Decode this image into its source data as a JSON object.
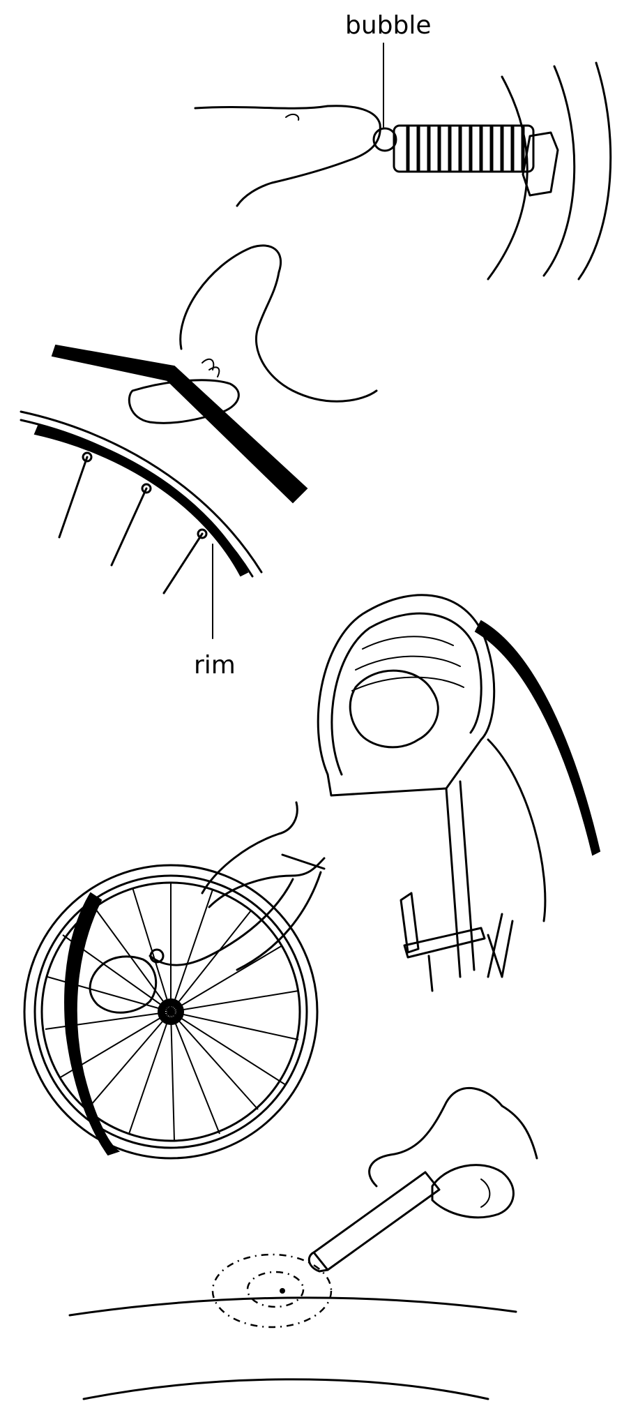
{
  "labels": {
    "bubble": "bubble",
    "rim": "rim"
  },
  "panels": [
    {
      "id": "valve-check",
      "icon": "valve-icon"
    },
    {
      "id": "tyre-lever",
      "icon": "tyre-lever-icon"
    },
    {
      "id": "tyre-cross-section",
      "icon": "tyre-section-icon"
    },
    {
      "id": "wheel-tube-removal",
      "icon": "wheel-icon"
    },
    {
      "id": "puncture-marking",
      "icon": "puncture-mark-icon"
    }
  ]
}
